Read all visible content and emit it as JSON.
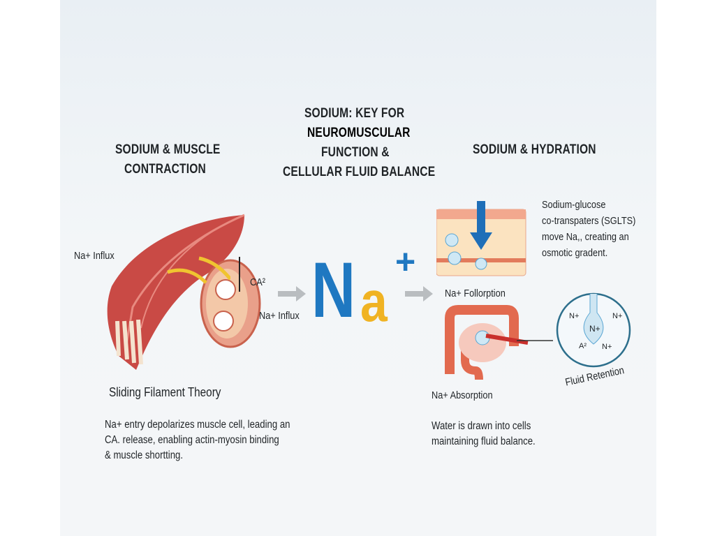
{
  "title": {
    "line1": "SODIUM: KEY FOR",
    "line2": "NEUROMUSCULAR",
    "line3": "FUNCTION &",
    "line4": "CELLULAR FLUID BALANCE"
  },
  "left": {
    "heading_line1": "SODIUM & MUSCLE",
    "heading_line2": "CONTRACTION",
    "label_influx_top": "Na+ Influx",
    "label_ca": "CA²",
    "label_influx_right": "Na+ Influx",
    "subheading": "Sliding Filament Theory",
    "body_line1": "Na+ entry depolarizes muscle cell, leading an",
    "body_line2": "CA. release, enabling actin-myosin binding",
    "body_line3": "& muscle shortting."
  },
  "center": {
    "symbol_n": "N",
    "symbol_a": "a",
    "symbol_plus": "+"
  },
  "right": {
    "heading": "SODIUM & HYDRATION",
    "sglt_line1": "Sodium-glucose",
    "sglt_line2": "co-transpaters (SGLTS)",
    "sglt_line3": "move Na,, creating an",
    "sglt_line4": "osmotic gradent.",
    "label_follorption": "Na+ Follorption",
    "label_absorption": "Na+ Absorption",
    "fluid_retention": "Fluid Retention",
    "circle_labels": [
      "N+",
      "N+",
      "N+",
      "A²",
      "N+"
    ],
    "body_line1": "Water is drawn into cells",
    "body_line2": "maintaining fluid balance."
  },
  "colors": {
    "na_blue": "#1f78c1",
    "na_yellow": "#f0b323",
    "muscle_red": "#c94a45",
    "arrow_gray": "#b9bdc0"
  }
}
